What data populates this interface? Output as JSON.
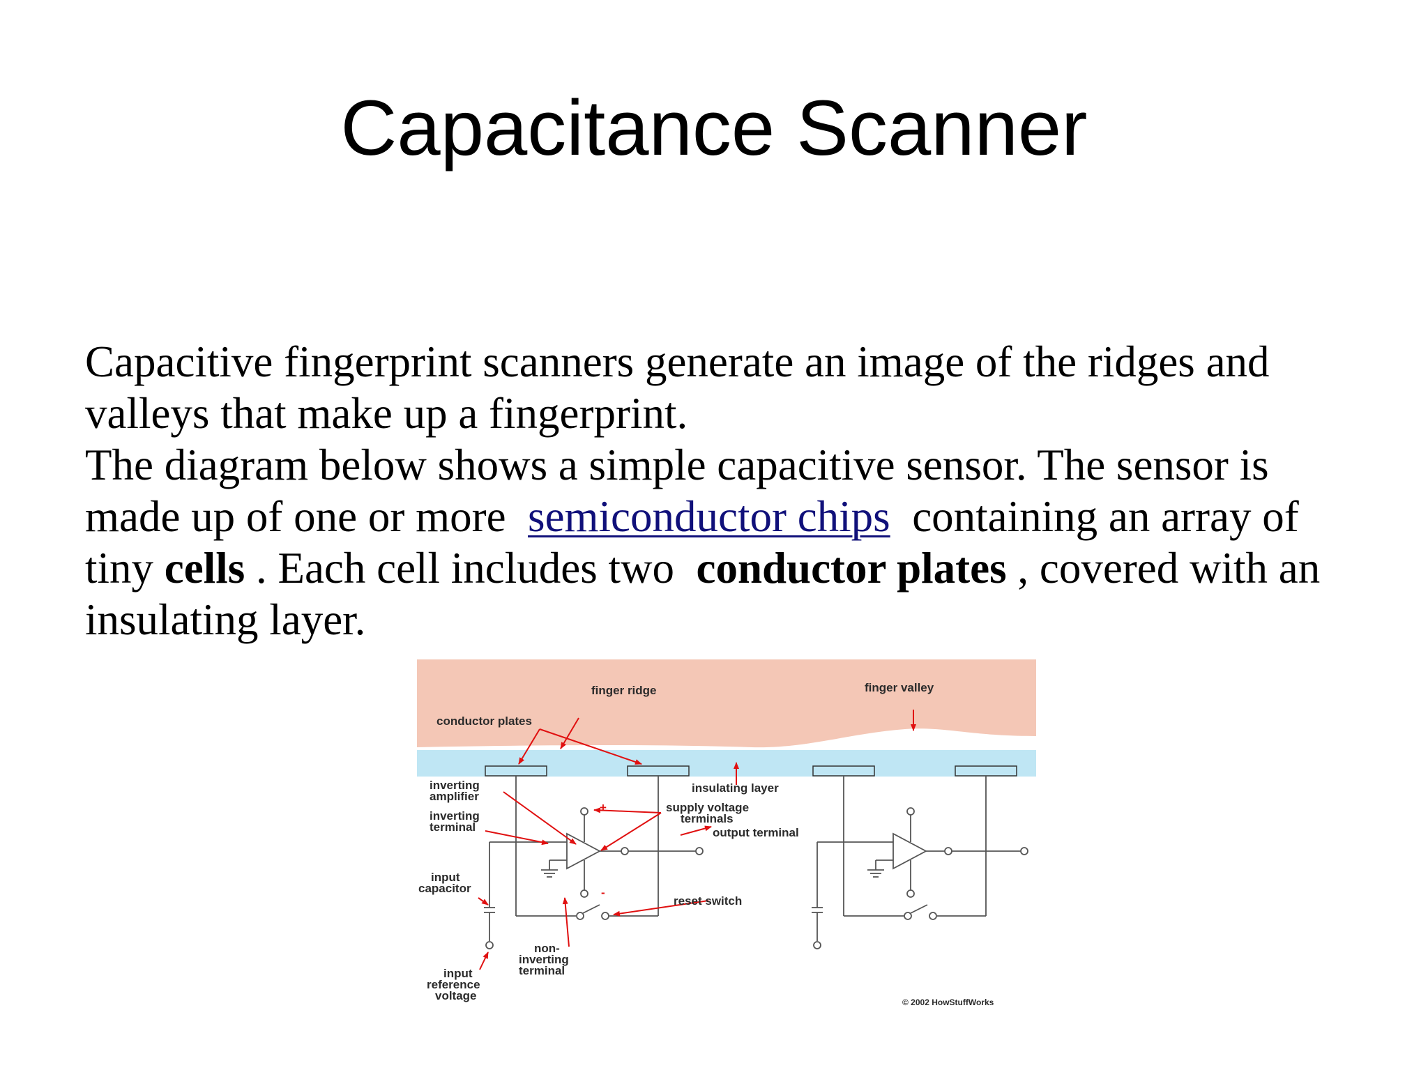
{
  "slide": {
    "title": "Capacitance Scanner",
    "paragraph": {
      "line1": "Capacitive fingerprint scanners generate an image of the ridges and",
      "line2": "valleys that make up a fingerprint.",
      "line3": "The diagram below shows a simple capacitive sensor. The sensor is",
      "line4_before": "made up of one or more",
      "link_text": "semiconductor chips",
      "line4_after": "containing an array of",
      "line5_before": "tiny",
      "bold_cells": "cells",
      "line5_mid": ". Each cell includes two",
      "bold_plates": "conductor plates",
      "line5_after": ", covered with an",
      "line6": "insulating layer."
    }
  },
  "diagram": {
    "labels": {
      "finger_ridge": "finger ridge",
      "finger_valley": "finger valley",
      "conductor_plates": "conductor plates",
      "inverting_amplifier_1": "inverting",
      "inverting_amplifier_2": "amplifier",
      "insulating_layer": "insulating layer",
      "inverting_terminal_1": "inverting",
      "inverting_terminal_2": "terminal",
      "supply_voltage_1": "supply voltage",
      "supply_voltage_2": "terminals",
      "output_terminal": "output terminal",
      "input_capacitor_1": "input",
      "input_capacitor_2": "capacitor",
      "reset_switch": "reset switch",
      "non_inverting_1": "non-",
      "non_inverting_2": "inverting",
      "non_inverting_3": "terminal",
      "input_reference_1": "input",
      "input_reference_2": "reference",
      "input_reference_3": "voltage",
      "plus_sign": "+",
      "minus_sign": "-",
      "copyright": "© 2002 HowStuffWorks"
    },
    "colors": {
      "finger": "#f4c7b6",
      "insulating": "#bfe6f4",
      "arrow": "#e01010",
      "wire": "#555555"
    }
  }
}
